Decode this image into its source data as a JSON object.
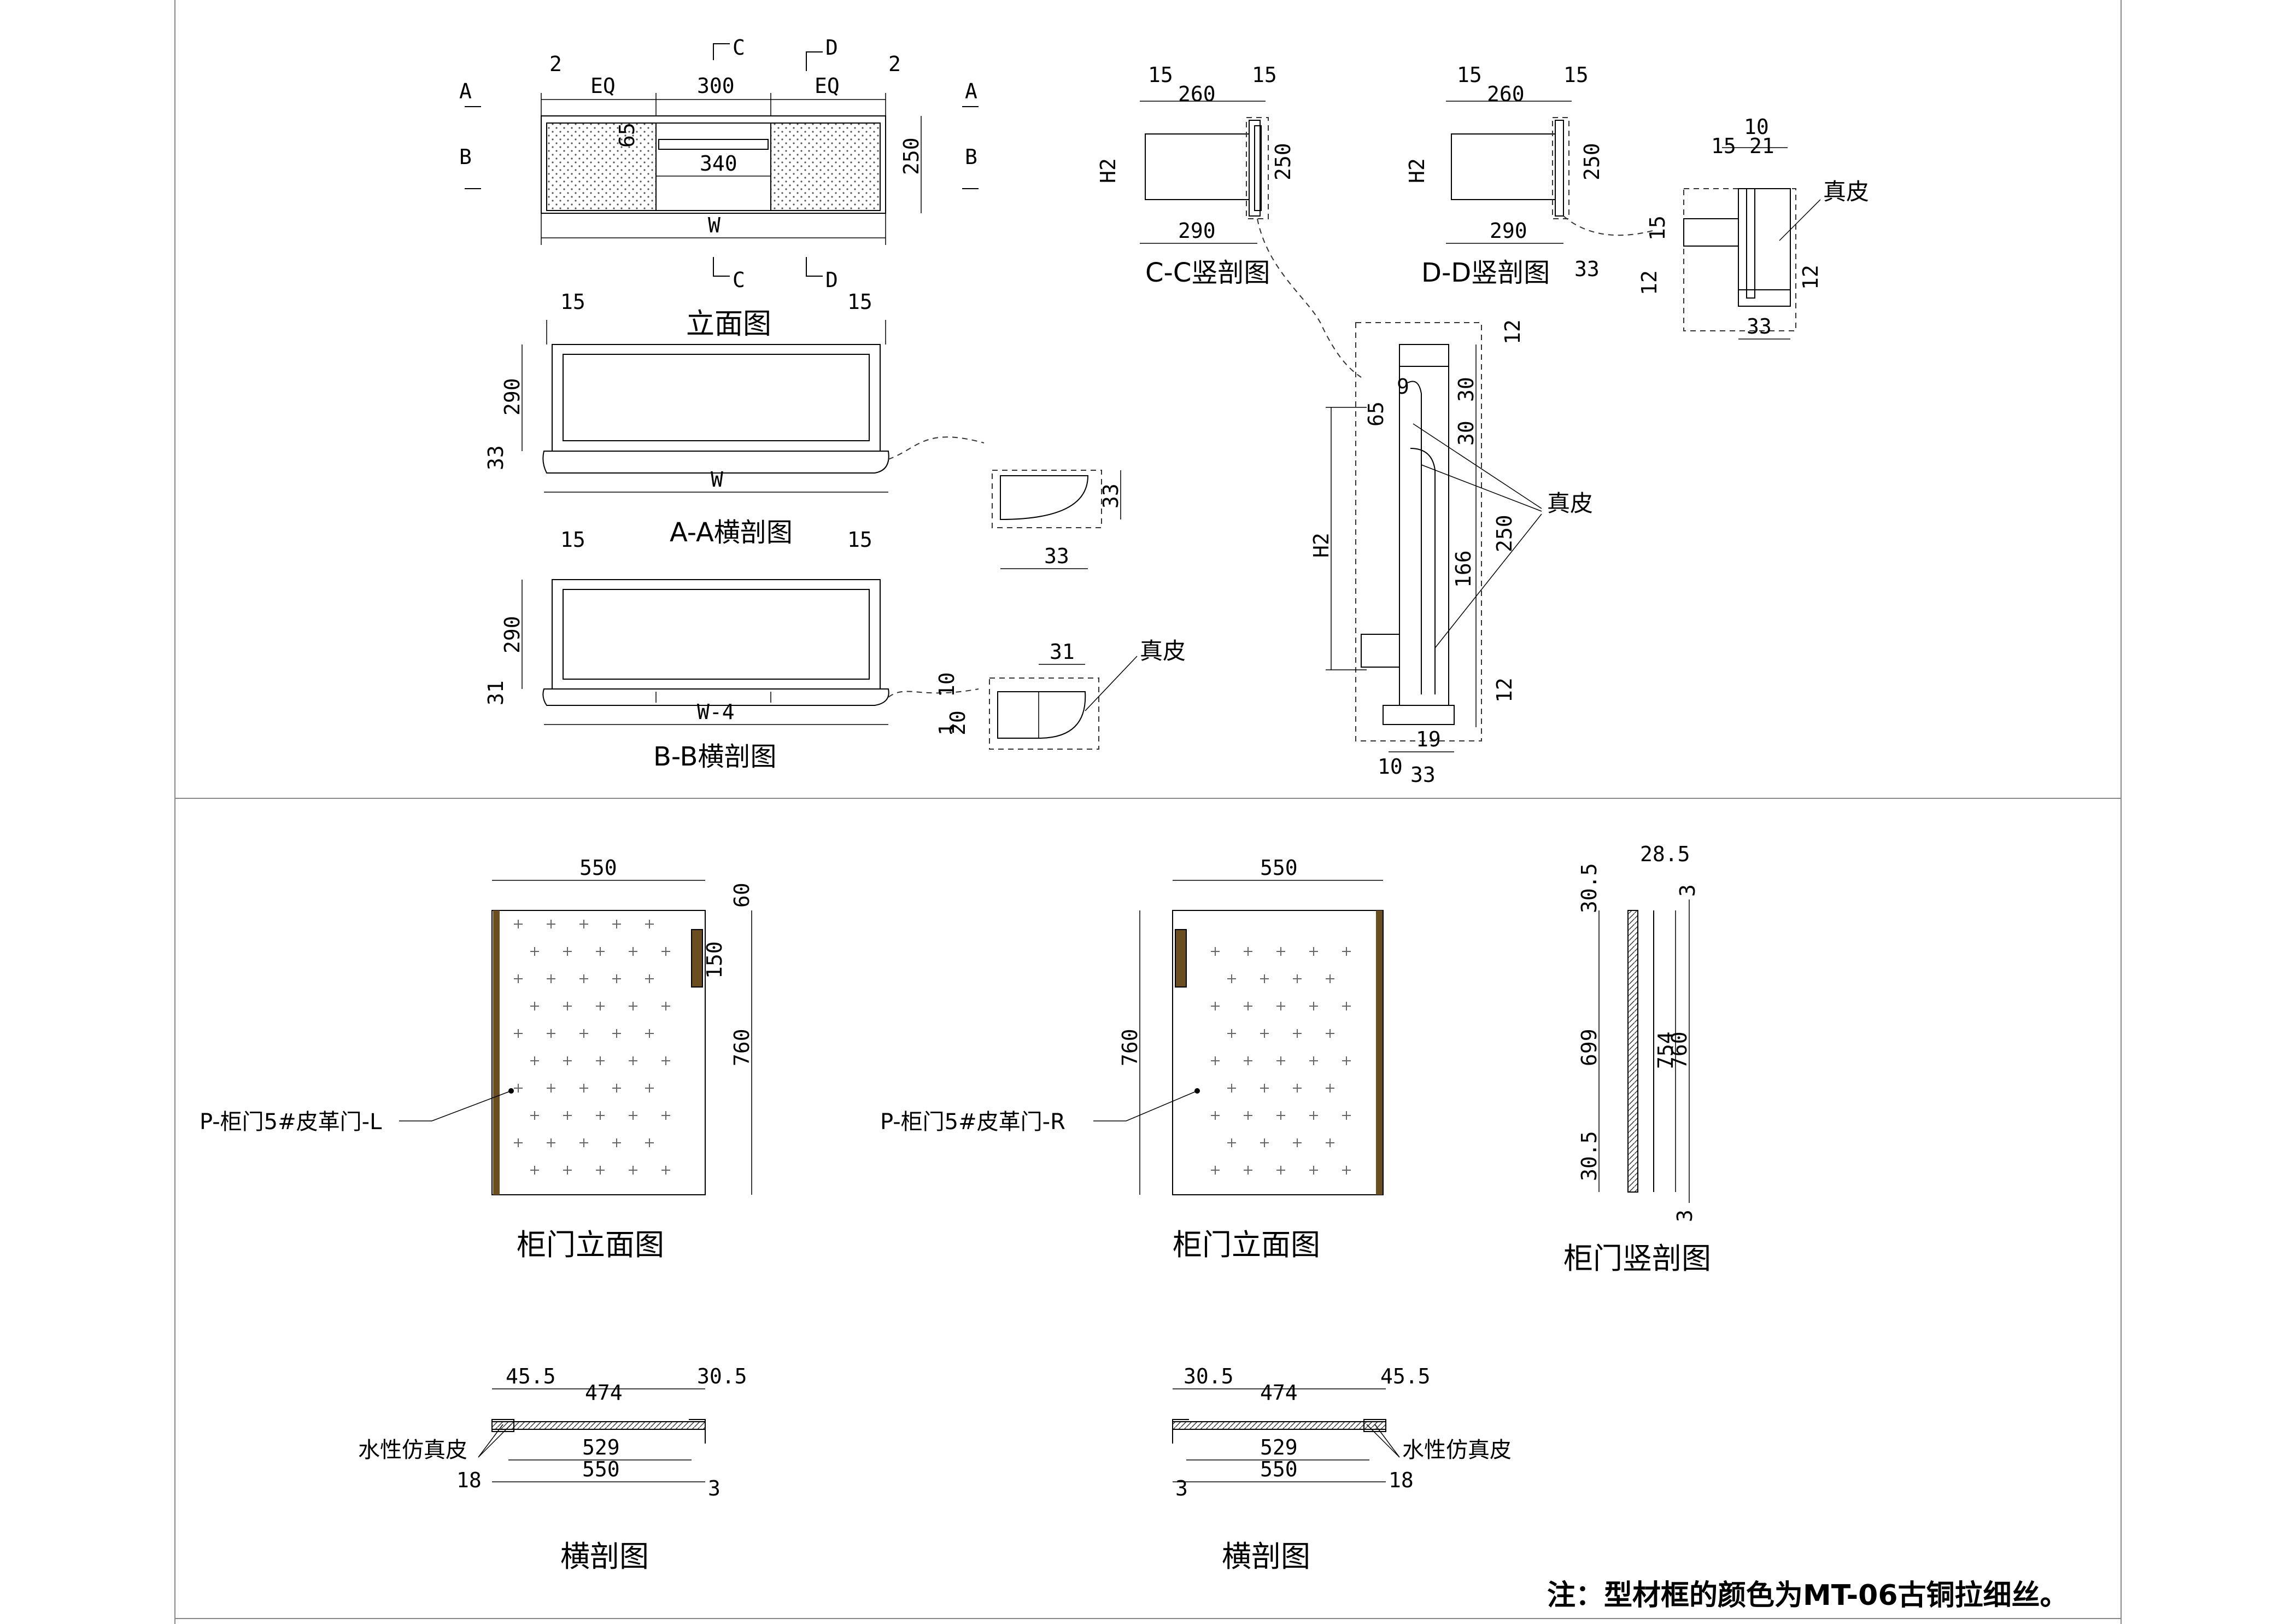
{
  "elevation": {
    "title": "立面图",
    "dims": {
      "gap_l": "2",
      "eq_l": "EQ",
      "mid": "300",
      "eq_r": "EQ",
      "gap_r": "2",
      "h65": "65",
      "inner": "340",
      "h250": "250",
      "w": "W"
    },
    "markers": {
      "a_l": "A",
      "a_r": "A",
      "b_l": "B",
      "b_r": "B",
      "c_top": "C",
      "d_top": "D",
      "c_bot": "C",
      "d_bot": "D"
    }
  },
  "section_aa": {
    "title": "A-A横剖图",
    "dims": {
      "l15": "15",
      "r15": "15",
      "h290": "290",
      "h33": "33",
      "w": "W",
      "det_w": "33",
      "det_h": "33"
    }
  },
  "section_bb": {
    "title": "B-B横剖图",
    "dims": {
      "l15": "15",
      "r15": "15",
      "h290": "290",
      "h31": "31",
      "w": "W-4",
      "det_31": "31",
      "det_10": "10",
      "det_20": "20",
      "det_1": "1"
    },
    "label": "真皮"
  },
  "section_cc": {
    "title": "C-C竖剖图",
    "dims": {
      "a": "15",
      "b": "260",
      "c": "15",
      "h": "H2",
      "v250": "250",
      "w290": "290"
    }
  },
  "section_dd": {
    "title": "D-D竖剖图",
    "dims": {
      "a": "15",
      "b": "260",
      "c": "15",
      "h": "H2",
      "v250": "250",
      "w290": "290",
      "d33": "33"
    }
  },
  "detail_right": {
    "label": "真皮",
    "dims": {
      "t10": "10",
      "t15": "15",
      "t21": "21",
      "v15": "15",
      "v12a": "12",
      "v12b": "12",
      "w33": "33"
    }
  },
  "detail_center": {
    "label": "真皮",
    "dims": {
      "top12": "12",
      "v30a": "30",
      "v30b": "30",
      "v65": "65",
      "v9": "9",
      "h2": "H2",
      "v250": "250",
      "v166": "166",
      "bot12": "12",
      "w10": "10",
      "w19": "19",
      "w33": "33"
    }
  },
  "door_left": {
    "title": "柜门立面图",
    "label": "P-柜门5#皮革门-L",
    "dims": {
      "w550": "550",
      "d60": "60",
      "d150": "150",
      "h760": "760"
    }
  },
  "door_right": {
    "title": "柜门立面图",
    "label": "P-柜门5#皮革门-R",
    "dims": {
      "w550": "550",
      "h760": "760"
    }
  },
  "door_section_v": {
    "title": "柜门竖剖图",
    "dims": {
      "t28": "28.5",
      "t30": "30.5",
      "t3": "3",
      "h699": "699",
      "h754": "754",
      "h760": "760",
      "b30": "30.5",
      "b3": "3"
    }
  },
  "plan_left": {
    "title": "横剖图",
    "label": "水性仿真皮",
    "dims": {
      "a": "45.5",
      "b": "474",
      "c": "30.5",
      "d529": "529",
      "d550": "550",
      "d18": "18",
      "d3": "3"
    }
  },
  "plan_right": {
    "title": "横剖图",
    "label": "水性仿真皮",
    "dims": {
      "a": "30.5",
      "b": "474",
      "c": "45.5",
      "d529": "529",
      "d550": "550",
      "d18": "18",
      "d3": "3"
    }
  },
  "note": "注：型材框的颜色为MT-06古铜拉细丝。",
  "colors": {
    "brass": "#6b4e1f",
    "line": "#000000",
    "frame": "#888888"
  }
}
